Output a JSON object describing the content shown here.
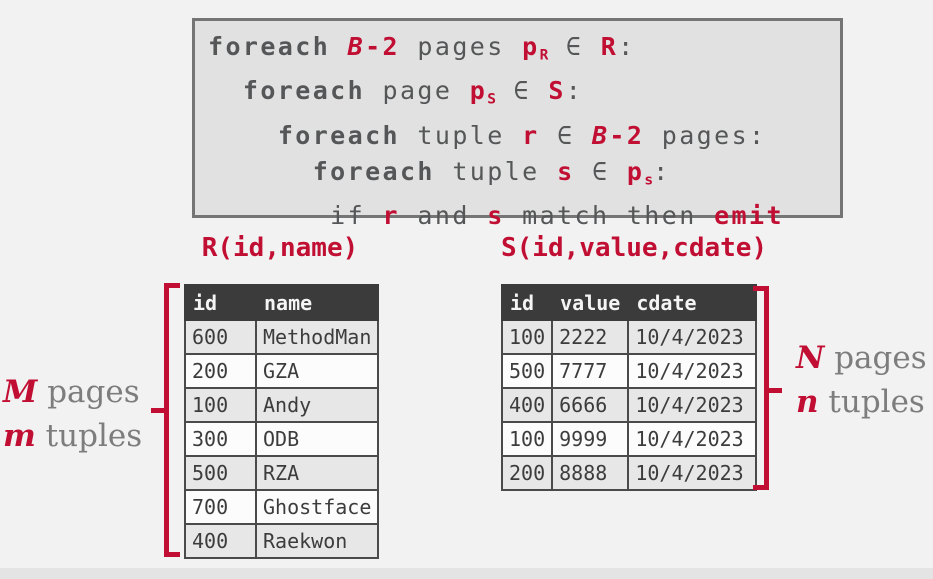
{
  "colors": {
    "accent_red": "#c10e33",
    "code_gray": "#555657",
    "label_gray": "#7d7d7d",
    "code_box_bg": "#e1e1e1",
    "code_box_border": "#757575",
    "table_header_bg": "#3b3b3b",
    "row_shaded": "#e7e7e7",
    "row_plain": "#fcfcfc",
    "page_bg": "#f2f2f2"
  },
  "code": {
    "token_styles": {
      "kw": "bold-gray-keyword",
      "pl": "plain-gray",
      "vr": "bold-red-variable",
      "vi": "bold-italic-red-variable",
      "sub": "red-subscript"
    },
    "lines": [
      [
        [
          "foreach",
          "kw"
        ],
        [
          " ",
          "pl"
        ],
        [
          "B",
          "vi"
        ],
        [
          "-2",
          "vr"
        ],
        [
          " pages ",
          "pl"
        ],
        [
          "p",
          "vr"
        ],
        [
          "R",
          "sub"
        ],
        [
          " ∈ ",
          "pl"
        ],
        [
          "R",
          "vr"
        ],
        [
          ":",
          "pl"
        ]
      ],
      [
        [
          "  ",
          "pl"
        ],
        [
          "foreach",
          "kw"
        ],
        [
          " page ",
          "pl"
        ],
        [
          "p",
          "vr"
        ],
        [
          "S",
          "sub"
        ],
        [
          " ∈ ",
          "pl"
        ],
        [
          "S",
          "vr"
        ],
        [
          ":",
          "pl"
        ]
      ],
      [
        [
          "    ",
          "pl"
        ],
        [
          "foreach",
          "kw"
        ],
        [
          " tuple ",
          "pl"
        ],
        [
          "r",
          "vr"
        ],
        [
          " ∈ ",
          "pl"
        ],
        [
          "B",
          "vi"
        ],
        [
          "-2",
          "vr"
        ],
        [
          " pages:",
          "pl"
        ]
      ],
      [
        [
          "      ",
          "pl"
        ],
        [
          "foreach",
          "kw"
        ],
        [
          " tuple ",
          "pl"
        ],
        [
          "s",
          "vr"
        ],
        [
          " ∈ ",
          "pl"
        ],
        [
          "p",
          "vr"
        ],
        [
          "s",
          "sub"
        ],
        [
          ":",
          "pl"
        ]
      ],
      [
        [
          "       if ",
          "pl"
        ],
        [
          "r",
          "vr"
        ],
        [
          " and ",
          "pl"
        ],
        [
          "s",
          "vr"
        ],
        [
          " match then ",
          "pl"
        ],
        [
          "emit",
          "vr"
        ]
      ]
    ]
  },
  "tables": {
    "r": {
      "title": "R(id,name)",
      "headers": [
        "id",
        "name"
      ],
      "rows": [
        [
          "600",
          "MethodMan"
        ],
        [
          "200",
          "GZA"
        ],
        [
          "100",
          "Andy"
        ],
        [
          "300",
          "ODB"
        ],
        [
          "500",
          "RZA"
        ],
        [
          "700",
          "Ghostface"
        ],
        [
          "400",
          "Raekwon"
        ]
      ]
    },
    "s": {
      "title": "S(id,value,cdate)",
      "headers": [
        "id",
        "value",
        "cdate"
      ],
      "rows": [
        [
          "100",
          "2222",
          "10/4/2023"
        ],
        [
          "500",
          "7777",
          "10/4/2023"
        ],
        [
          "400",
          "6666",
          "10/4/2023"
        ],
        [
          "100",
          "9999",
          "10/4/2023"
        ],
        [
          "200",
          "8888",
          "10/4/2023"
        ]
      ]
    }
  },
  "annotations": {
    "left": [
      {
        "var": "M",
        "word": "pages"
      },
      {
        "var": "m",
        "word": "tuples"
      }
    ],
    "right": [
      {
        "var": "N",
        "word": "pages"
      },
      {
        "var": "n",
        "word": "tuples"
      }
    ]
  }
}
